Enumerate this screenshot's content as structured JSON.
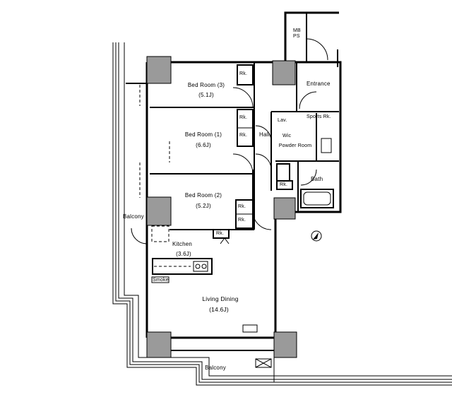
{
  "floor_plan": {
    "rooms": [
      {
        "id": "bedroom3",
        "name": "Bed Room (3)",
        "size": "(5.1J)"
      },
      {
        "id": "bedroom1",
        "name": "Bed Room (1)",
        "size": "(6.6J)"
      },
      {
        "id": "bedroom2",
        "name": "Bed Room (2)",
        "size": "(5.2J)"
      },
      {
        "id": "kitchen",
        "name": "Kitchen",
        "size": "(3.6J)"
      },
      {
        "id": "living",
        "name": "Living Dining",
        "size": "(14.6J)"
      },
      {
        "id": "entrance",
        "name": "Entrance"
      },
      {
        "id": "hall",
        "name": "Hall"
      },
      {
        "id": "powder",
        "name": "Powder Room"
      },
      {
        "id": "bath",
        "name": "Bath"
      },
      {
        "id": "lav",
        "name": "Lav."
      },
      {
        "id": "sports",
        "name": "Sports Rk."
      },
      {
        "id": "balcony_west",
        "name": "Balcony"
      },
      {
        "id": "balcony_south",
        "name": "Balcony"
      }
    ],
    "storage_labels": {
      "rk": "Rk.",
      "wic": "Wic",
      "ps": "PS",
      "mb": "MB",
      "smoke": "Smoke"
    }
  }
}
